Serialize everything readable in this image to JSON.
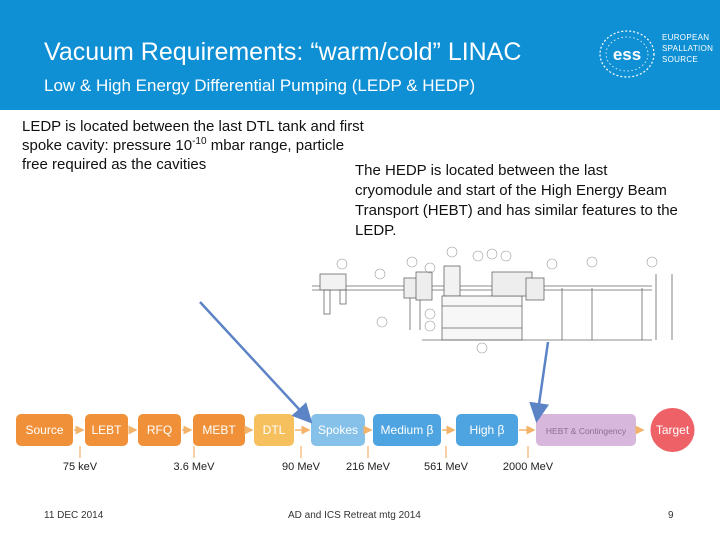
{
  "header": {
    "title": "Vacuum Requirements: “warm/cold” LINAC",
    "subtitle": "Low & High Energy Differential Pumping (LEDP & HEDP)",
    "logo": {
      "mark": "ess",
      "lines": [
        "EUROPEAN",
        "SPALLATION",
        "SOURCE"
      ]
    }
  },
  "body": {
    "ledp": {
      "prefix": "LEDP is located between the last DTL tank and first spoke cavity: pressure 10",
      "exponent": "-10",
      "suffix": " mbar range, particle free required as the cavities"
    },
    "hedp": {
      "line1": "The HEDP is located between the last",
      "rest": "cryomodule and start of the High Energy Beam Transport (HEBT) and has similar features to the LEDP."
    }
  },
  "linac": {
    "sections": [
      {
        "label": "Source",
        "color": "#f0913a"
      },
      {
        "label": "LEBT",
        "color": "#f0913a"
      },
      {
        "label": "RFQ",
        "color": "#f0913a"
      },
      {
        "label": "MEBT",
        "color": "#f0913a"
      },
      {
        "label": "DTL",
        "color": "#f6c05f"
      },
      {
        "label": "Spokes",
        "color": "#86c1ea"
      },
      {
        "label": "Medium β",
        "color": "#4ea4e0"
      },
      {
        "label": "High β",
        "color": "#4ea4e0"
      },
      {
        "label": "HEBT & Contingency",
        "color": "#d7b7dc"
      },
      {
        "label": "Target",
        "color": "#ee6167"
      }
    ],
    "energies": [
      "75 keV",
      "3.6 MeV",
      "90 MeV",
      "216 MeV",
      "561 MeV",
      "2000 MeV"
    ]
  },
  "footer": {
    "date": "11 DEC 2014",
    "event": "AD and ICS Retreat mtg 2014",
    "page": "9"
  },
  "colors": {
    "header_bg": "#0f8fd4",
    "arrow": "#5b83c6"
  }
}
